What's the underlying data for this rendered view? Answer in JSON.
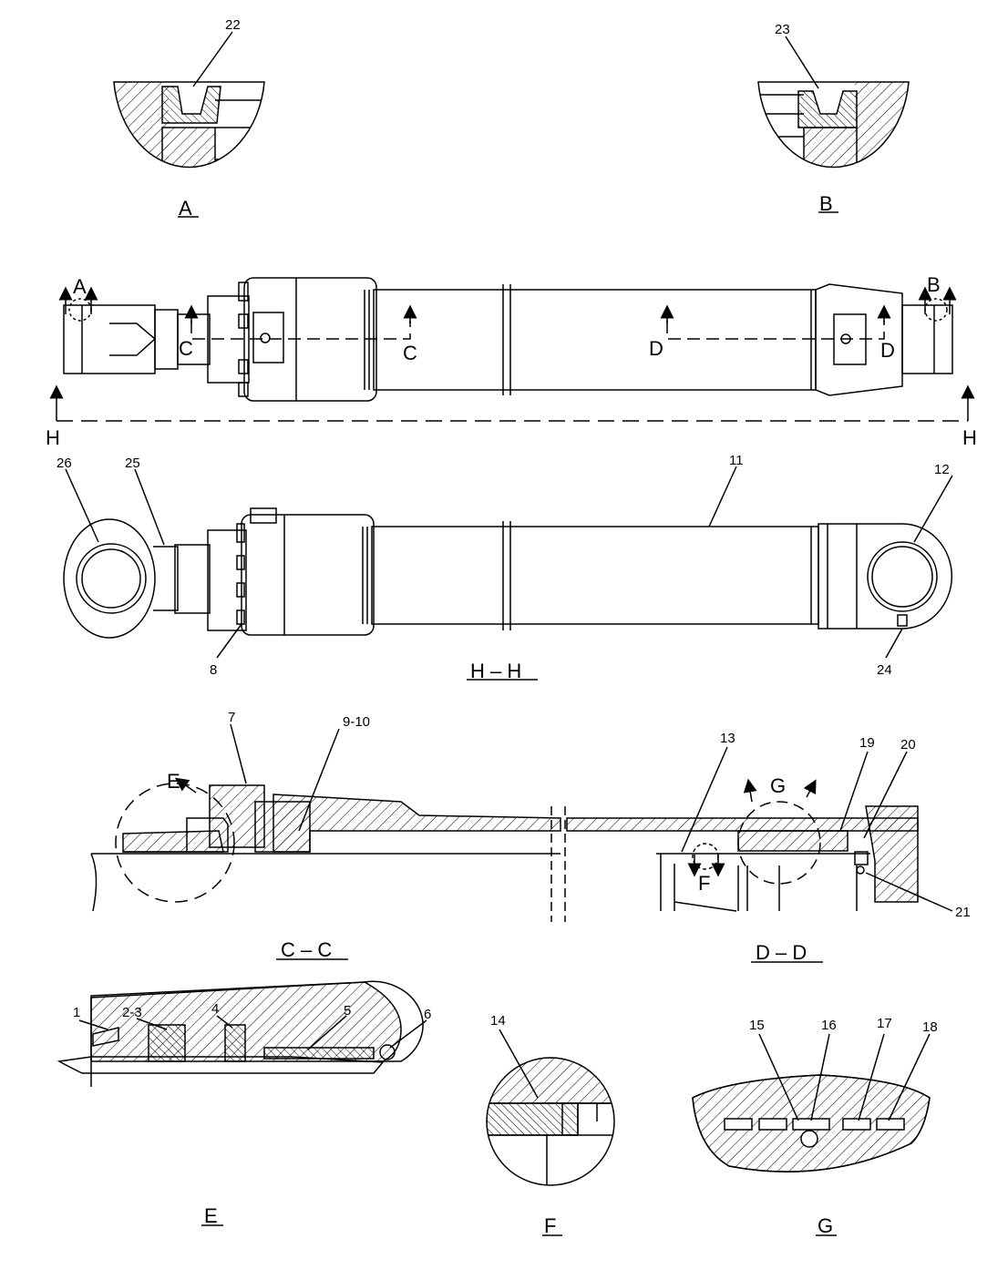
{
  "colors": {
    "line": "#000000",
    "background": "#ffffff"
  },
  "views": {
    "A": "A",
    "B": "B",
    "HH": "H – H",
    "CC": "C – C",
    "DD": "D – D",
    "E": "E",
    "F": "F",
    "G": "G"
  },
  "section_marks": {
    "A": "A",
    "B": "B",
    "C": "C",
    "D": "D",
    "H": "H",
    "E": "E",
    "F": "F",
    "G": "G"
  },
  "callouts": {
    "c22": "22",
    "c23": "23",
    "c26": "26",
    "c25": "25",
    "c11": "11",
    "c12": "12",
    "c8": "8",
    "c24": "24",
    "c7": "7",
    "c9_10": "9-10",
    "c13": "13",
    "c19": "19",
    "c20": "20",
    "c21": "21",
    "c1": "1",
    "c2_3": "2-3",
    "c4": "4",
    "c5": "5",
    "c6": "6",
    "c14": "14",
    "c15": "15",
    "c16": "16",
    "c17": "17",
    "c18": "18"
  }
}
